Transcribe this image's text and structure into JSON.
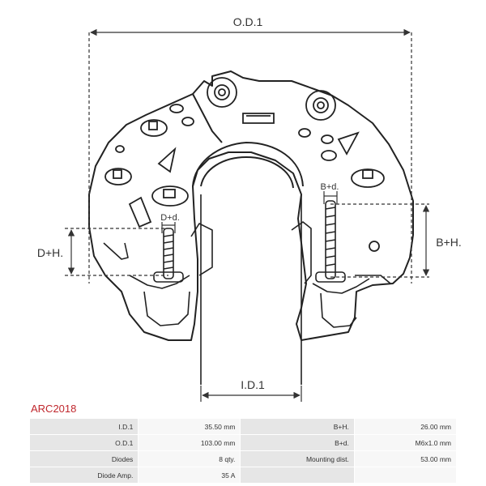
{
  "dimensions": {
    "od": "O.D.1",
    "id": "I.D.1",
    "dh": "D+H.",
    "dd": "D+d.",
    "bh": "B+H.",
    "bd": "B+d."
  },
  "part_code": "ARC2018",
  "specs": [
    {
      "label": "I.D.1",
      "value": "35.50 mm",
      "label2": "B+H.",
      "value2": "26.00 mm"
    },
    {
      "label": "O.D.1",
      "value": "103.00 mm",
      "label2": "B+d.",
      "value2": "M6x1.0 mm"
    },
    {
      "label": "Diodes",
      "value": "8 qty.",
      "label2": "Mounting dist.",
      "value2": "53.00 mm"
    },
    {
      "label": "Diode Amp.",
      "value": "35 A",
      "label2": "",
      "value2": ""
    }
  ],
  "colors": {
    "accent": "#c0272d",
    "line": "#222222",
    "dim": "#333333"
  }
}
